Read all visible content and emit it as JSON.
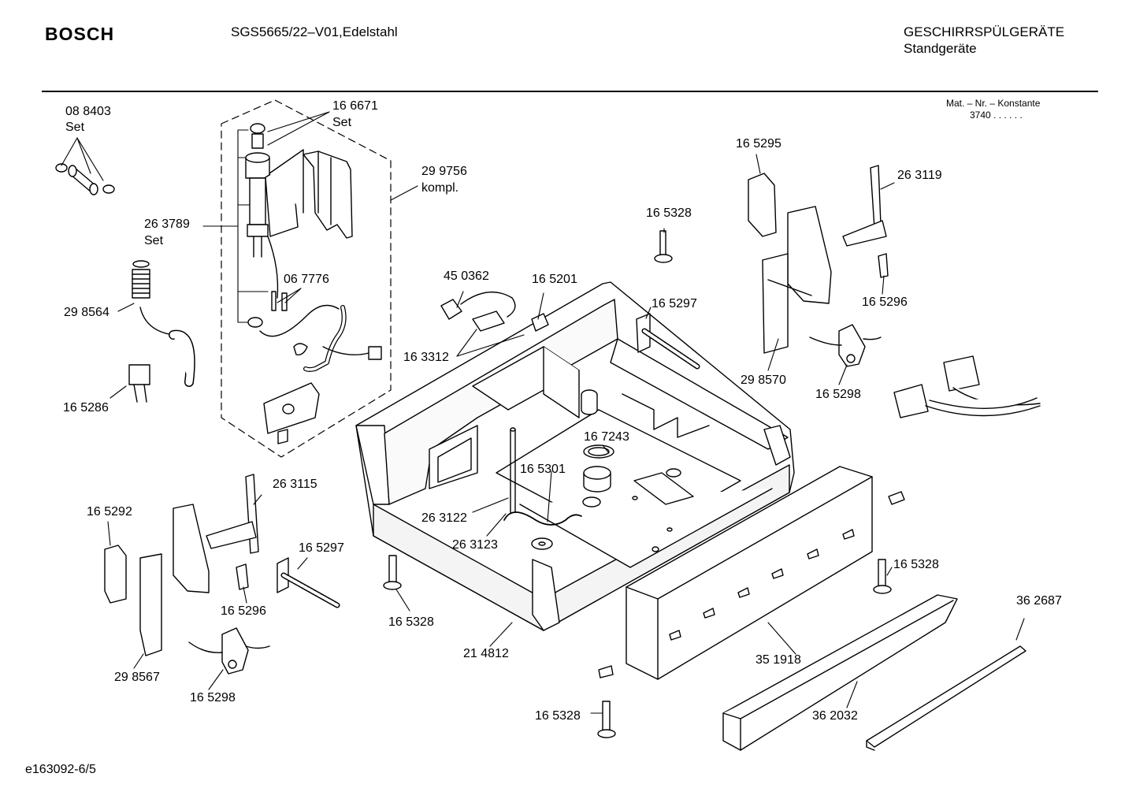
{
  "header": {
    "brand": "BOSCH",
    "model": "SGS5665/22–V01,Edelstahl",
    "category": "GESCHIRRSPÜLGERÄTE",
    "subcategory": "Standgeräte"
  },
  "material_note": {
    "label": "Mat. – Nr. – Konstante",
    "value": "3740  .  .   .  .  .  ."
  },
  "document_number": "e163092-6/5",
  "parts": {
    "p088403": "08 8403",
    "p088403_note": "Set",
    "p166671": "16 6671",
    "p166671_note": "Set",
    "p299756": "29 9756",
    "p299756_note": "kompl.",
    "p263789": "26 3789",
    "p263789_note": "Set",
    "p067776": "06 7776",
    "p298564": "29 8564",
    "p165286": "16 5286",
    "p450362": "45 0362",
    "p165201": "16 5201",
    "p163312": "16 3312",
    "p165328_top": "16 5328",
    "p165297_top": "16 5297",
    "p165295": "16 5295",
    "p263119": "26 3119",
    "p165296_top": "16 5296",
    "p298570": "29 8570",
    "p165298_top": "16 5298",
    "p167243": "16 7243",
    "p165301": "16 5301",
    "p263122": "26 3122",
    "p263123": "26 3123",
    "p263115": "26 3115",
    "p165292": "16 5292",
    "p165297_bottom": "16 5297",
    "p165296_bottom": "16 5296",
    "p298567": "29 8567",
    "p165298_bottom": "16 5298",
    "p165328_left": "16 5328",
    "p214812": "21 4812",
    "p165328_right": "16 5328",
    "p351918": "35 1918",
    "p362687": "36 2687",
    "p362032": "36 2032",
    "p165328_bottom": "16 5328"
  }
}
